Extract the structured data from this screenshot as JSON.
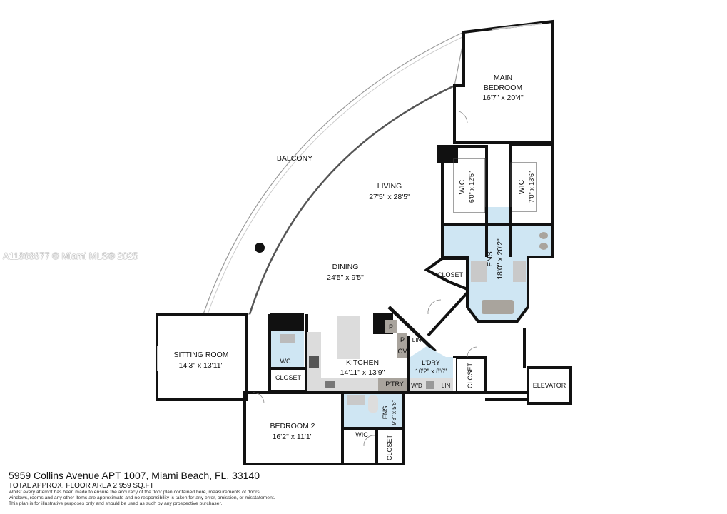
{
  "watermark": "A11868877 © Miami MLS® 2025",
  "rooms": {
    "main_bedroom": {
      "name1": "MAIN",
      "name2": "BEDROOM",
      "size": "16'7\" x 20'4\""
    },
    "balcony": {
      "name": "BALCONY"
    },
    "living": {
      "name": "LIVING",
      "size": "27'5\" x 28'5\""
    },
    "dining": {
      "name": "DINING",
      "size": "24'5\" x 9'5\""
    },
    "sitting_room": {
      "name": "SITTING ROOM",
      "size": "14'3\" x 13'11\""
    },
    "kitchen": {
      "name": "KITCHEN",
      "size": "14'11\" x 13'9\""
    },
    "laundry": {
      "name": "L'DRY",
      "size": "10'2\" x 8'6\""
    },
    "bedroom2": {
      "name": "BEDROOM 2",
      "size": "16'2\" x 11'1\""
    },
    "ens_small": {
      "name": "ENS",
      "size": "9'8\" x 5'6\""
    },
    "ens_main": {
      "name": "ENS",
      "size": "18'0\" x 20'2\""
    },
    "wic1": {
      "name": "WIC",
      "size": "6'0\" x 12'5\""
    },
    "wic2": {
      "name": "WIC",
      "size": "7'0\" x 13'6\""
    },
    "wic_b2": {
      "name": "WIC"
    },
    "wc": {
      "name": "WC"
    },
    "closet_wc": {
      "name": "CLOSET"
    },
    "closet_main": {
      "name": "CLOSET"
    },
    "closet_hall": {
      "name": "CLOSET"
    },
    "closet_b2": {
      "name": "CLOSET"
    },
    "elevator": {
      "name": "ELEVATOR"
    },
    "pantry": {
      "name": "P'TRY"
    },
    "p1": {
      "name": "P"
    },
    "p2": {
      "name": "P"
    },
    "oven": {
      "name": "OV"
    },
    "lin1": {
      "name": "LIN"
    },
    "lin2": {
      "name": "LIN"
    },
    "wd": {
      "name": "W/D"
    }
  },
  "footer": {
    "address": "5959 Collins Avenue APT 1007, Miami Beach, FL, 33140",
    "area": "TOTAL APPROX. FLOOR AREA 2,959 SQ.FT",
    "disclaimer1": "Whilst every attempt has been made to ensure the accuracy of the floor plan contained here, measurements of doors,",
    "disclaimer2": "windows, rooms and any other items are approximate and no responsibility is taken for any error, omission, or misstatement.",
    "disclaimer3": "This plan is for illustrative purposes only and should be used as such by any prospective purchaser."
  },
  "colors": {
    "wall": "#111111",
    "bath": "#cfe6f3",
    "counter": "#dcdcdc",
    "fixture": "#a9a49d"
  }
}
